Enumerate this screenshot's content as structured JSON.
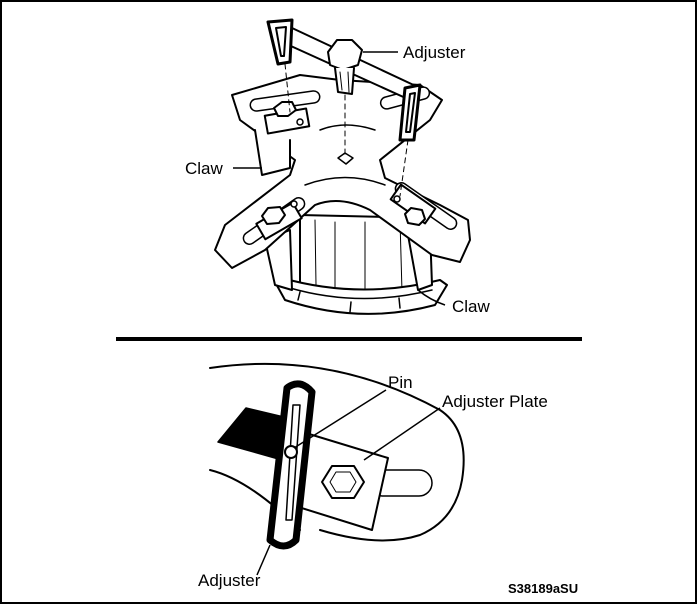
{
  "labels": {
    "adjuster_top": "Adjuster",
    "claw_left": "Claw",
    "claw_right": "Claw",
    "pin": "Pin",
    "adjuster_plate": "Adjuster Plate",
    "adjuster_bottom": "Adjuster"
  },
  "figure_code": "S38189aSU",
  "colors": {
    "ink": "#000000",
    "paper": "#ffffff",
    "shade": "#e9e9e9"
  },
  "icons": {
    "knob": "adjuster-knob-icon",
    "bolt": "hex-bolt-icon"
  }
}
